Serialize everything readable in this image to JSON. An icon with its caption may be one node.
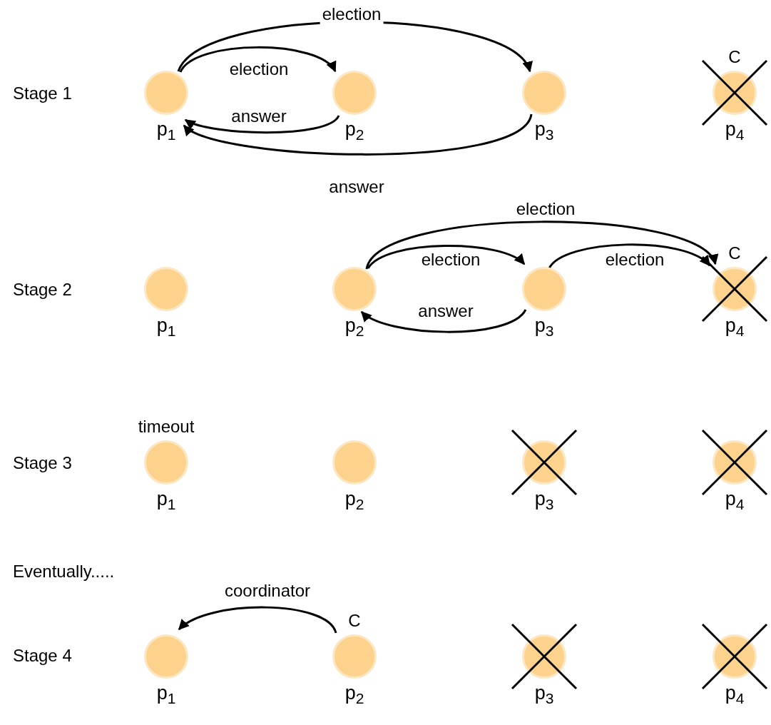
{
  "diagram": {
    "nodes": [
      {
        "text": [
          "p$_{1}$"
        ]
      },
      {
        "text": [
          "p$_{2}$"
        ]
      },
      {
        "text": [
          "p$_{3}$"
        ]
      },
      {
        "text": [
          "p$_{4}$"
        ],
        "beside": [
          "C"
        ]
      },
      {
        "text": [
          "p$_{1}$"
        ]
      },
      {
        "text": [
          "p$_{2}$"
        ]
      },
      {
        "text": [
          "p$_{3}$"
        ]
      },
      {
        "text": [
          "p$_{4}$"
        ],
        "beside": [
          "C"
        ]
      },
      {
        "text": [
          "p$_{1}$"
        ],
        "beside": [
          "timeout"
        ]
      },
      {
        "text": [
          "p$_{2}$"
        ]
      },
      {
        "text": [
          "p$_{3}$"
        ]
      },
      {
        "text": [
          "p$_{4}$"
        ]
      },
      {
        "text": [
          "p$_{1}$"
        ]
      },
      {
        "text": [
          "p$_{2}$"
        ],
        "beside": [
          "C"
        ]
      },
      {
        "text": [
          "p$_{3}$"
        ]
      },
      {
        "text": [
          "p$_{4}$"
        ]
      }
    ],
    "edges": [
      {
        "from": 0,
        "to": 1,
        "arrow": "to",
        "label": "election"
      },
      {
        "from": 0,
        "to": 2,
        "arrow": "to",
        "label": "election"
      },
      {
        "from": 1,
        "to": 0,
        "arrow": "to",
        "label": "answer"
      },
      {
        "from": 2,
        "to": 0,
        "arrow": "to",
        "label": "answer"
      },
      {
        "from": 5,
        "to": 6,
        "arrow": "to",
        "label": "election"
      },
      {
        "from": 5,
        "to": 7,
        "arrow": "to",
        "label": "election"
      },
      {
        "from": 6,
        "to": 7,
        "arrow": "to",
        "label": "election"
      },
      {
        "from": 6,
        "to": 5,
        "arrow": "to",
        "label": "answer"
      },
      {
        "from": 13,
        "to": 12,
        "arrow": "to",
        "label": "coordinator"
      }
    ],
    "labels": [
      "Stage 1",
      "Stage 2",
      "Stage 3",
      "Eventually.....",
      "Stage 4"
    ]
  }
}
